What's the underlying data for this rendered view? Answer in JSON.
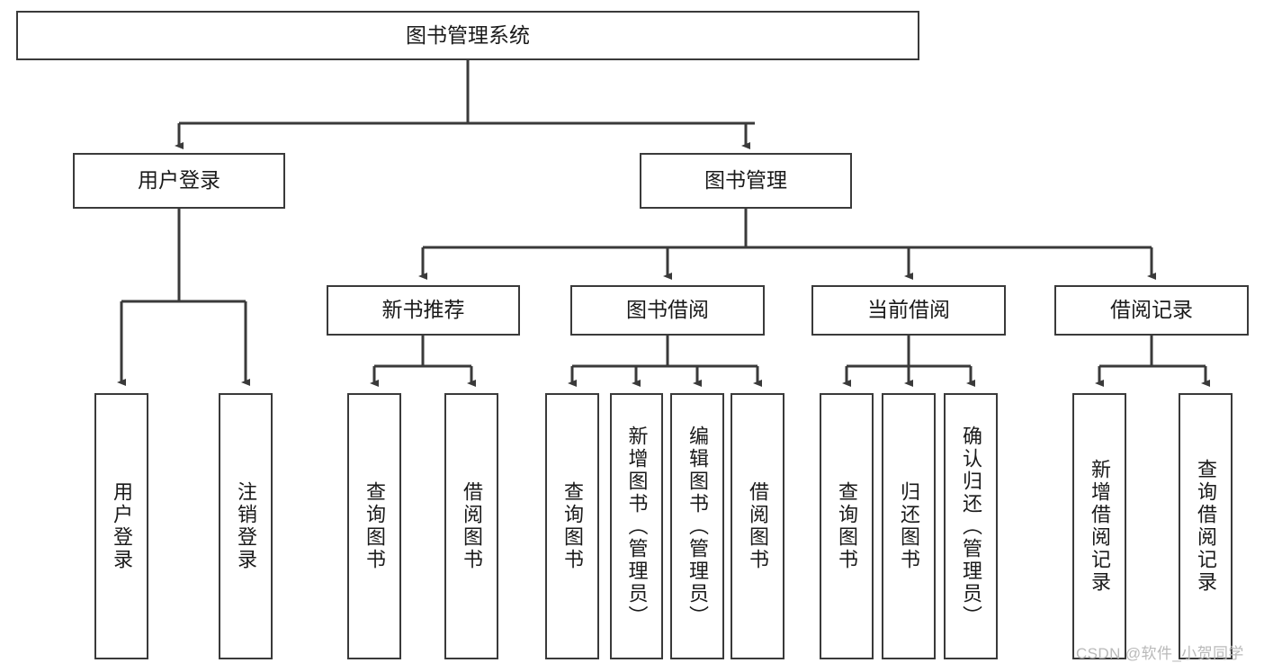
{
  "diagram": {
    "type": "tree-hierarchy",
    "orientation": "top-down",
    "root": {
      "label": "图书管理系统"
    },
    "level2": [
      {
        "label": "用户登录"
      },
      {
        "label": "图书管理"
      }
    ],
    "level3": [
      {
        "label": "新书推荐"
      },
      {
        "label": "图书借阅"
      },
      {
        "label": "当前借阅"
      },
      {
        "label": "借阅记录"
      }
    ],
    "leaves": {
      "user_login": [
        {
          "label": "用户登录"
        },
        {
          "label": "注销登录"
        }
      ],
      "new_book_recommend": [
        {
          "label": "查询图书"
        },
        {
          "label": "借阅图书"
        }
      ],
      "book_borrow": [
        {
          "label": "查询图书"
        },
        {
          "label": "新增图书（管理员）"
        },
        {
          "label": "编辑图书（管理员）"
        },
        {
          "label": "借阅图书"
        }
      ],
      "current_borrow": [
        {
          "label": "查询图书"
        },
        {
          "label": "归还图书"
        },
        {
          "label": "确认归还（管理员）"
        }
      ],
      "borrow_record": [
        {
          "label": "新增借阅记录"
        },
        {
          "label": "查询借阅记录"
        }
      ]
    }
  },
  "watermark": {
    "text": "CSDN @软件_小贺同学"
  },
  "colors": {
    "stroke": "#3a3a3a",
    "fill": "#ffffff",
    "text": "#1a1a1a",
    "watermark": "#b9b9b9"
  }
}
